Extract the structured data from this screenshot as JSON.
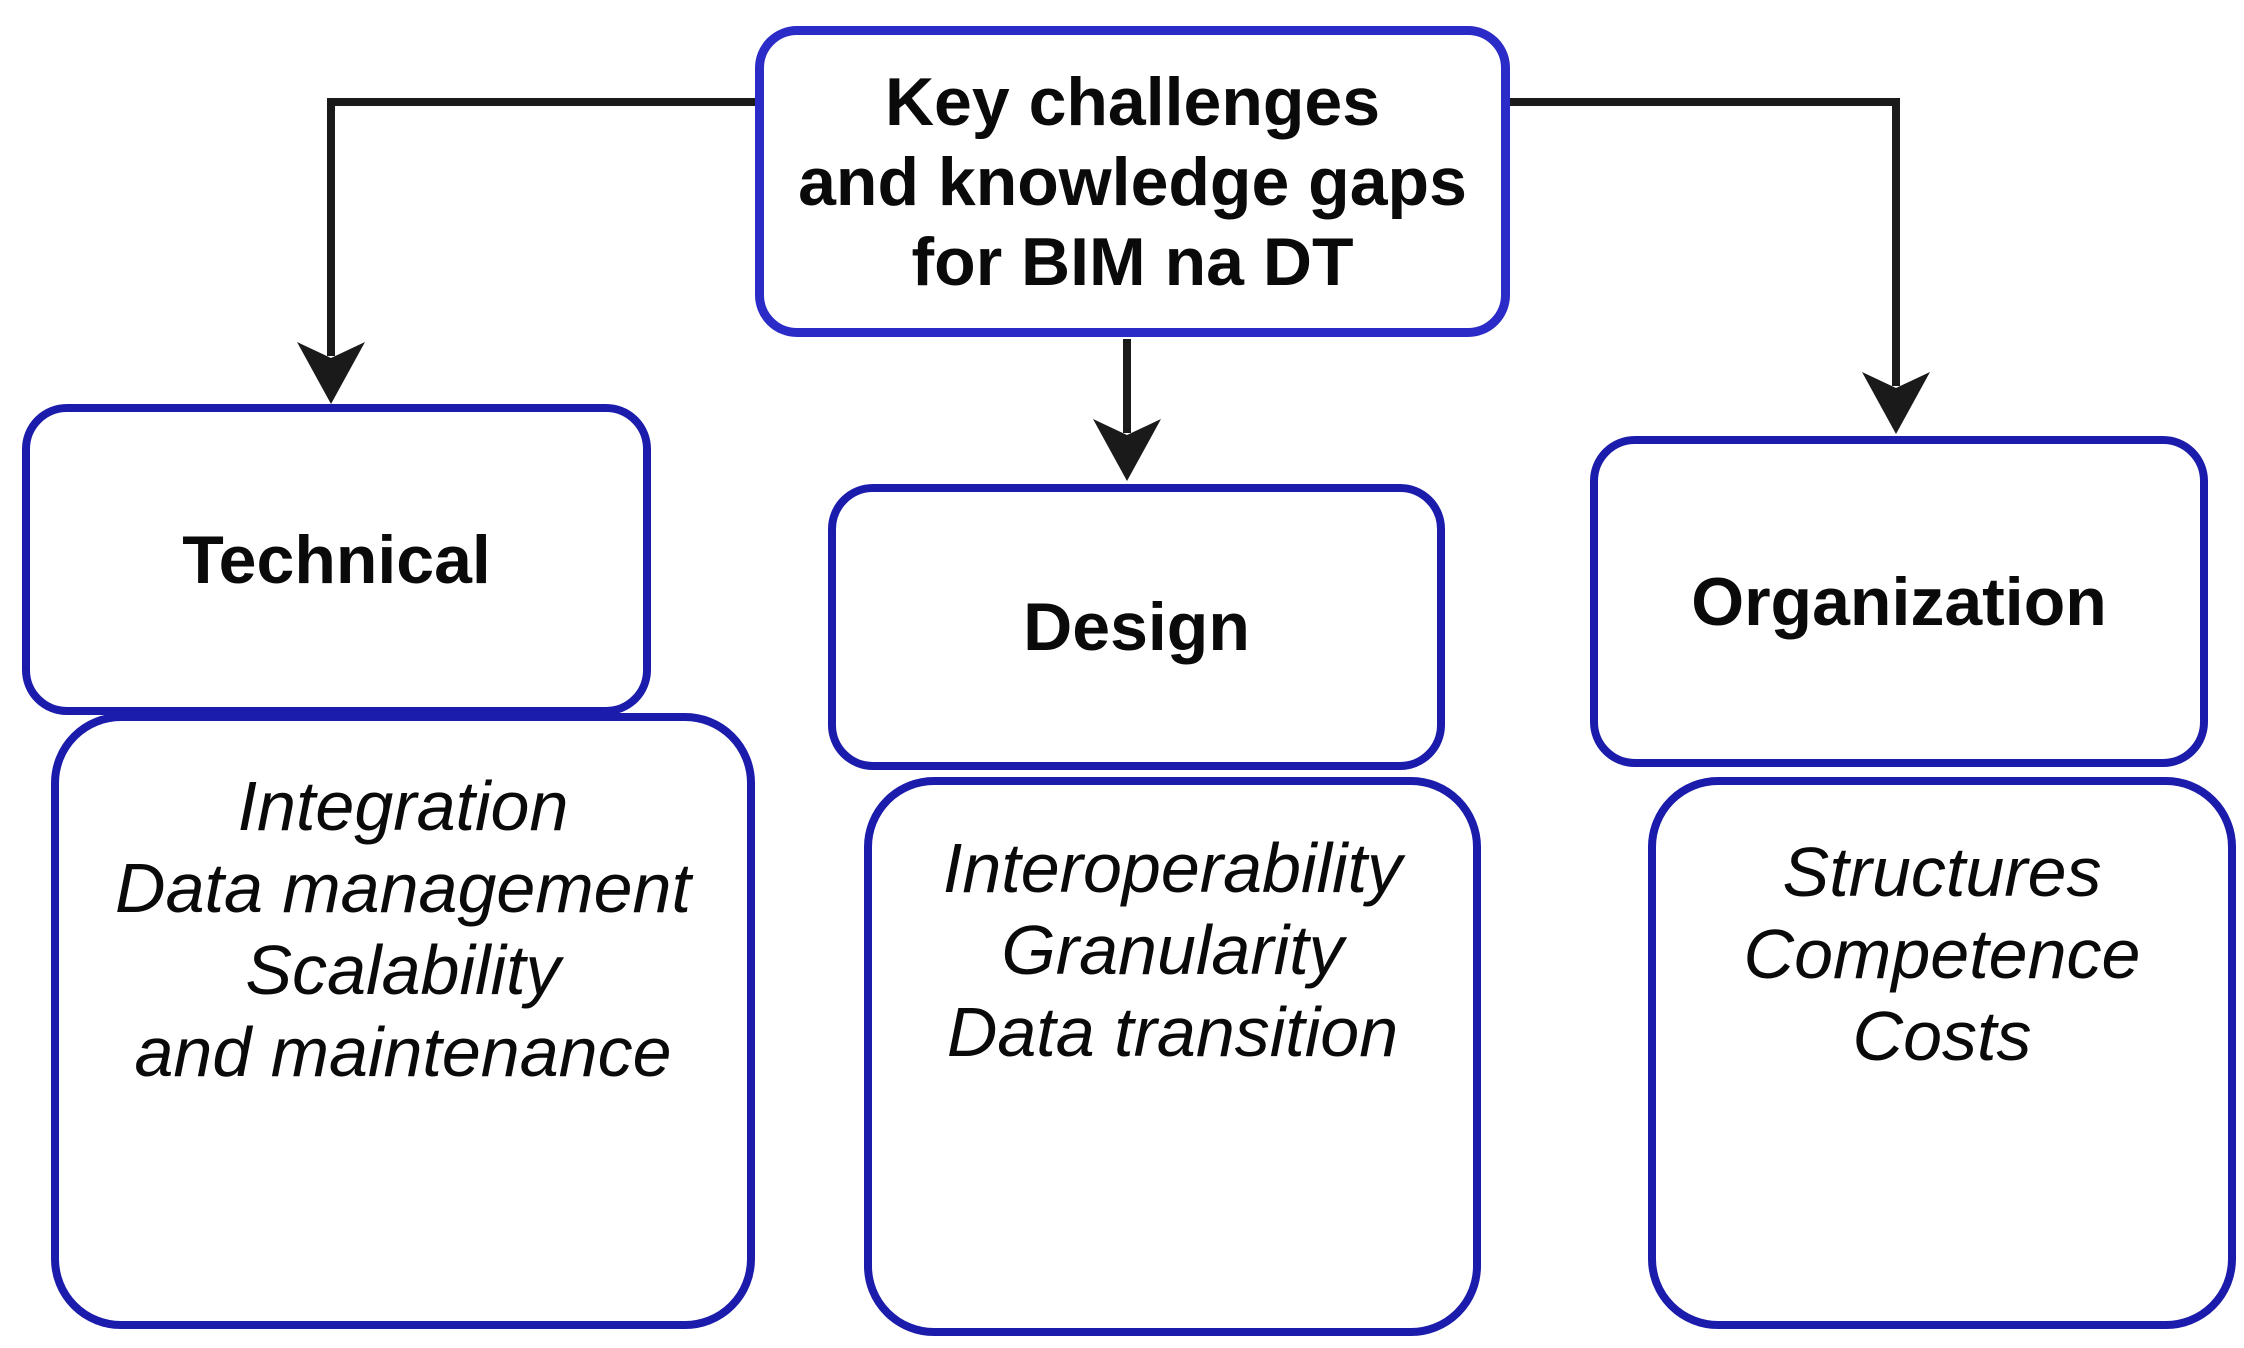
{
  "root": {
    "title_lines": [
      "Key challenges",
      "and knowledge gaps",
      "for BIM na DT"
    ]
  },
  "branches": [
    {
      "label": "Technical",
      "items": [
        "Integration",
        "Data management",
        "Scalability",
        "and maintenance"
      ]
    },
    {
      "label": "Design",
      "items": [
        "Interoperability",
        "Granularity",
        "Data transition"
      ]
    },
    {
      "label": "Organization",
      "items": [
        "Structures",
        "Competence",
        "Costs"
      ]
    }
  ],
  "colors": {
    "root_border": "#2b2bc8",
    "box_border": "#1c1cac",
    "arrow": "#1a1a1a",
    "background": "#ffffff",
    "text": "#0a0a0a"
  }
}
